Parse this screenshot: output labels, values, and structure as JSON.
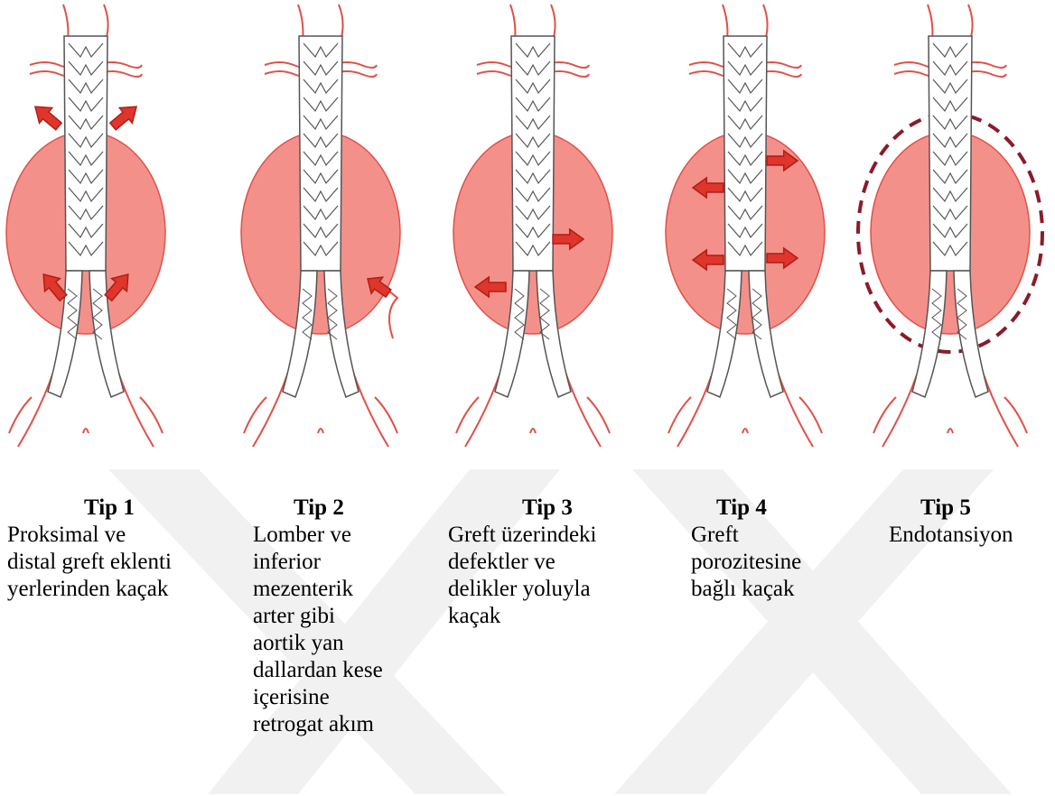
{
  "diagram": {
    "colors": {
      "sac_fill": "#f4908a",
      "vessel_line": "#e05048",
      "stent_line": "#555555",
      "stent_fill": "#ffffff",
      "arrow_fill": "#e0352b",
      "arrow_stroke": "#b01d16",
      "dash_line": "#8b1a2a",
      "watermark": "#f1f1f1"
    },
    "panels": [
      {
        "id": "tip1",
        "title": "Tip 1",
        "lines": [
          "Proksimal ve",
          "distal greft eklenti",
          "yerlerinden kaçak"
        ]
      },
      {
        "id": "tip2",
        "title": "Tip 2",
        "lines": [
          "Lomber ve",
          "inferior",
          "mezenterik",
          "arter gibi",
          "aortik yan",
          "dallardan kese",
          "içerisine",
          "retrogat akım"
        ]
      },
      {
        "id": "tip3",
        "title": "Tip 3",
        "lines": [
          "Greft üzerindeki",
          "defektler ve",
          "delikler yoluyla",
          "kaçak"
        ]
      },
      {
        "id": "tip4",
        "title": "Tip 4",
        "lines": [
          "Greft",
          "porozitesine",
          "bağlı kaçak"
        ]
      },
      {
        "id": "tip5",
        "title": "Tip 5",
        "lines": [
          "Endotansiyon"
        ]
      }
    ]
  }
}
